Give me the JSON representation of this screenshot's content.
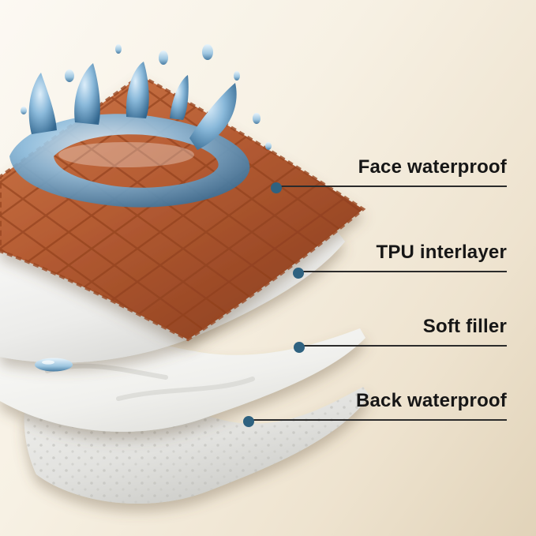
{
  "diagram": {
    "subject": "waterproof pad layer structure",
    "accent_color": "#2f6280",
    "background_top": "#fcf9f3",
    "background_bottom": "#e1d3b9",
    "layers": [
      {
        "label": "Face waterproof",
        "color": "#b55c33",
        "texture": "quilted fabric with water splash"
      },
      {
        "label": "TPU interlayer",
        "color": "#ececea",
        "texture": "translucent film with water droplets"
      },
      {
        "label": "Soft filler",
        "color": "#f4f4f1",
        "texture": "soft fluffy padding"
      },
      {
        "label": "Back waterproof",
        "color": "#e2e2df",
        "texture": "dotted non-slip backing"
      }
    ]
  }
}
